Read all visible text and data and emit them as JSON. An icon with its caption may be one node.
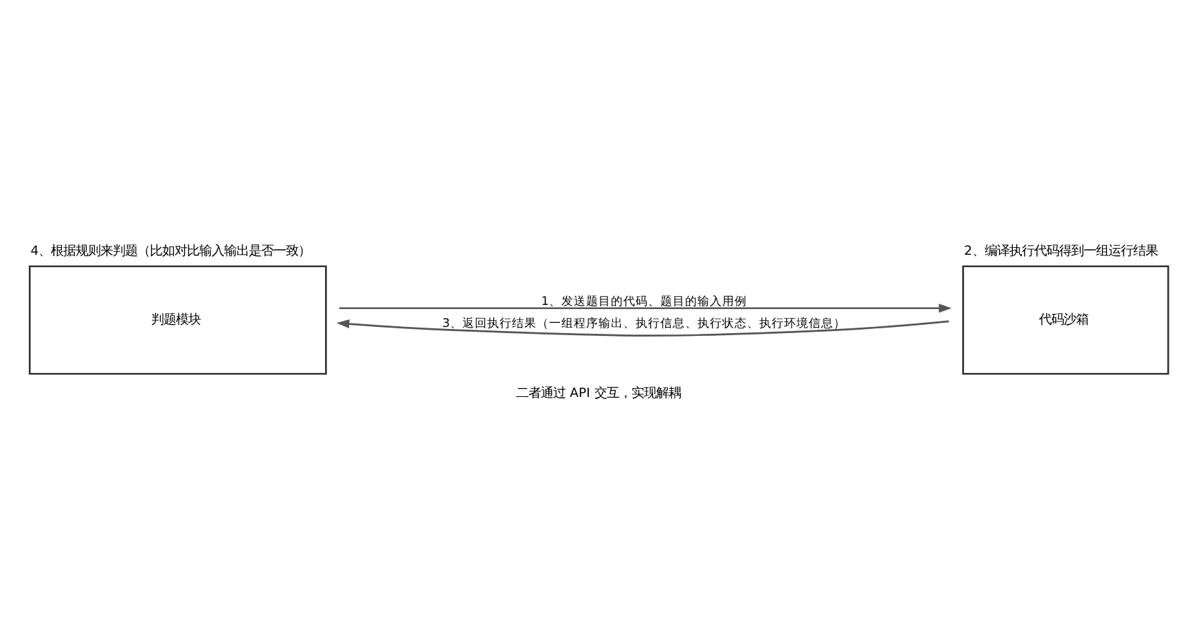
{
  "diagram": {
    "caption": "二者通过 API 交互，实现解耦",
    "nodes": [
      {
        "text": [
          "判题模块"
        ],
        "beside": [
          "4、根据规则来判题（比如对比输入输出是否一致）"
        ]
      },
      {
        "text": [
          "代码沙箱"
        ],
        "beside": [
          "2、编译执行代码得到一组运行结果"
        ]
      }
    ],
    "edges": [
      {
        "from": 0,
        "to": 1,
        "arrow": "to",
        "label": "1、发送题目的代码、题目的输入用例"
      },
      {
        "from": 1,
        "to": 0,
        "arrow": "to",
        "label": "3、返回执行结果（一组程序输出、执行信息、执行状态、执行环境信息）"
      }
    ]
  }
}
